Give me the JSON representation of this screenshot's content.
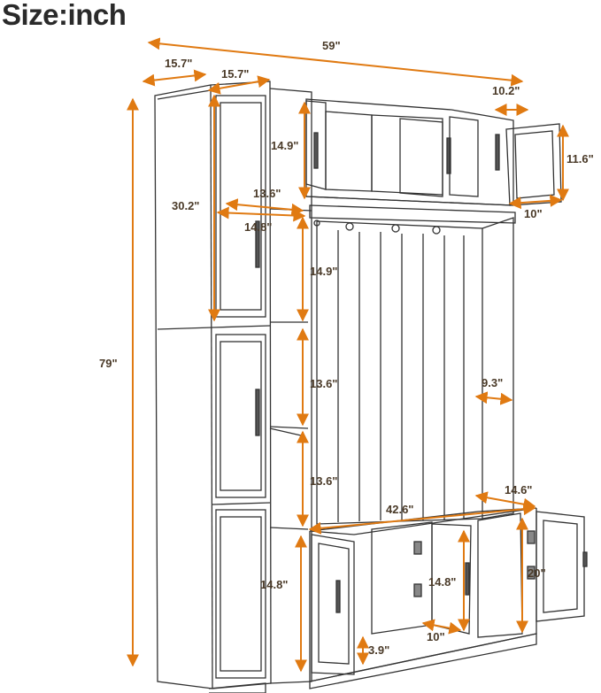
{
  "title": "Size:inch",
  "colors": {
    "arrow": "#e07a12",
    "line": "#333333",
    "label": "#4a3a28"
  },
  "dimensions": {
    "overall_width": "59\"",
    "side_depth": "15.7\"",
    "side_width": "15.7\"",
    "overall_height": "79\"",
    "top_cabinet_depth": "10.2\"",
    "top_cabinet_height": "11.6\"",
    "top_cabinet_width": "10\"",
    "side_shelf_height_top": "14.9\"",
    "side_upper_door_height": "30.2\"",
    "side_shelf_depth": "13.6\"",
    "side_shelf_width": "14.8\"",
    "side_upper_shelf": "14.9\"",
    "side_mid_shelf": "13.6\"",
    "side_low_shelf": "13.6\"",
    "side_bottom_cabinet": "14.8\"",
    "bench_depth": "9.3\"",
    "bench_width": "42.6\"",
    "bottom_right_depth": "14.6\"",
    "bottom_right_height": "20\"",
    "bottom_center_height": "14.8\"",
    "bottom_center_width": "10\"",
    "bottom_toe_kick": "3.9\""
  }
}
